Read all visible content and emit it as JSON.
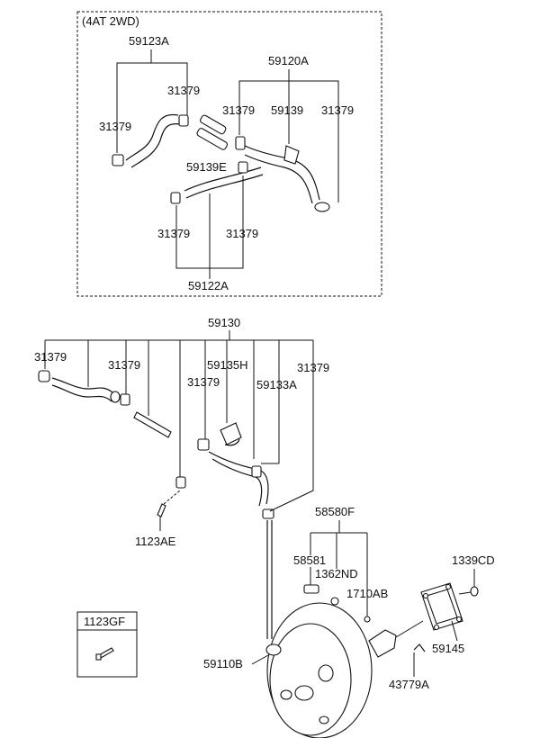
{
  "top_box": {
    "title": "(4AT 2WD)",
    "labels": {
      "p59123A": "59123A",
      "p31379_a": "31379",
      "p31379_b": "31379",
      "p59120A": "59120A",
      "p31379_c": "31379",
      "p59139": "59139",
      "p31379_d": "31379",
      "p59139E": "59139E",
      "p31379_e": "31379",
      "p31379_f": "31379",
      "p59122A": "59122A"
    }
  },
  "middle": {
    "labels": {
      "p59130": "59130",
      "p31379_g": "31379",
      "p31379_h": "31379",
      "p59135H": "59135H",
      "p31379_i": "31379",
      "p59133A": "59133A",
      "p31379_j": "31379",
      "p1123AE": "1123AE"
    }
  },
  "bottom": {
    "labels": {
      "p58580F": "58580F",
      "p58581": "58581",
      "p1362ND": "1362ND",
      "p1339CD": "1339CD",
      "p1710AB": "1710AB",
      "p59145": "59145",
      "p59110B": "59110B",
      "p43779A": "43779A"
    },
    "legend_box": {
      "title": "1123GF"
    }
  }
}
